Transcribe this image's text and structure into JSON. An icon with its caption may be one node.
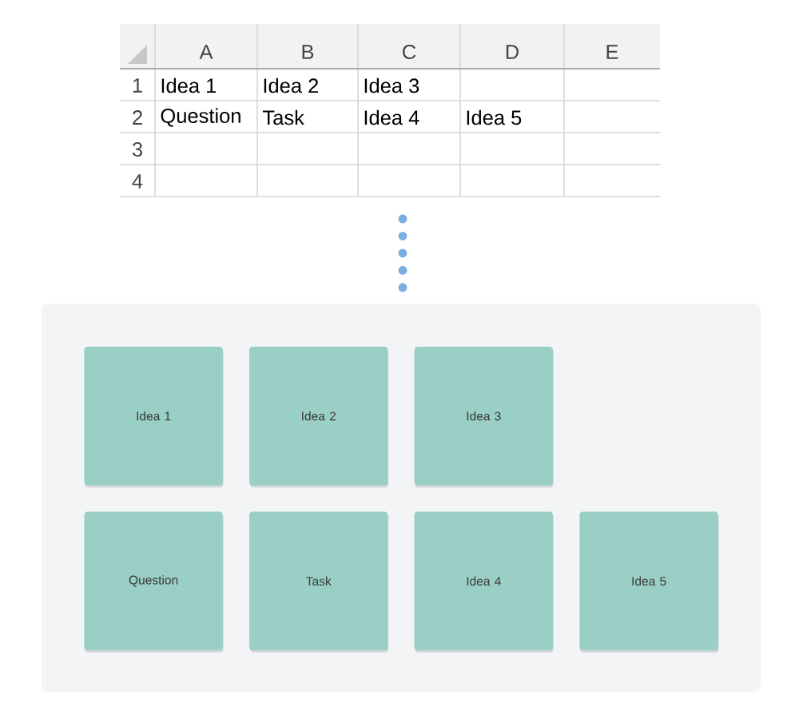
{
  "diagram": {
    "nodes": [
      {
        "text": [],
        "shape": "box"
      },
      {
        "text": [
          "Idea 1"
        ],
        "in": 0
      },
      {
        "text": [
          "Idea 2"
        ],
        "in": 0
      },
      {
        "text": [
          "Idea 3"
        ],
        "in": 0
      },
      {
        "text": [
          "Question"
        ],
        "in": 0
      },
      {
        "text": [
          "Task"
        ],
        "in": 0
      },
      {
        "text": [
          "Idea 4"
        ],
        "in": 0
      },
      {
        "text": [
          "Idea 5"
        ],
        "in": 0
      }
    ],
    "labels": [
      "A",
      "B",
      "C",
      "D",
      "E",
      "1",
      "Idea 1",
      "Idea 2",
      "Idea 3",
      "2",
      "Question",
      "Task",
      "Idea 4",
      "Idea 5",
      "3",
      "4"
    ]
  }
}
